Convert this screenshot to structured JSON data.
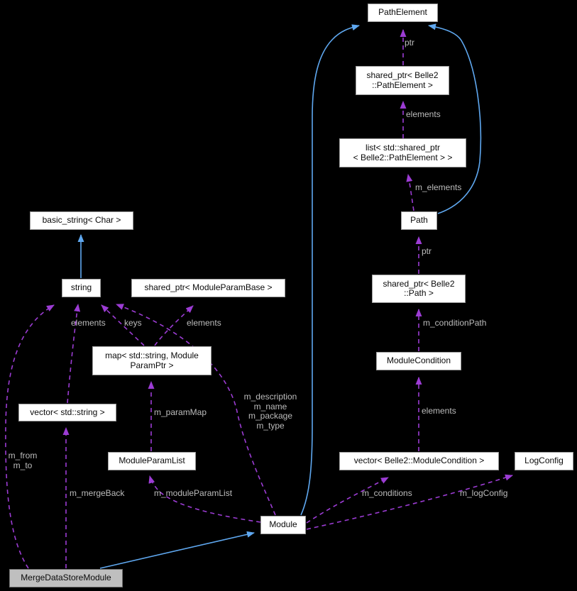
{
  "diagram": {
    "type": "collaboration-graph",
    "focus_class": "MergeDataStoreModule",
    "colors": {
      "background": "#000000",
      "inheritance_edge": "#5fa8f0",
      "usage_edge": "#9c3cd4",
      "edge_label_text": "#bcbcbc",
      "node_fill": "#ffffff",
      "node_border": "#9b9b9b",
      "node_text": "#0a0a0a",
      "focus_node_fill": "#bfbfbf",
      "focus_node_border": "#6f6f6f"
    },
    "nodes": [
      {
        "id": "path-element",
        "lines": [
          "PathElement"
        ]
      },
      {
        "id": "shared-ptr-path-element",
        "lines": [
          "shared_ptr< Belle2",
          "::PathElement >"
        ]
      },
      {
        "id": "list-shared-ptr-path-element",
        "lines": [
          "list< std::shared_ptr",
          "< Belle2::PathElement > >"
        ]
      },
      {
        "id": "path",
        "lines": [
          "Path"
        ]
      },
      {
        "id": "shared-ptr-path",
        "lines": [
          "shared_ptr< Belle2",
          "::Path >"
        ]
      },
      {
        "id": "module-condition",
        "lines": [
          "ModuleCondition"
        ]
      },
      {
        "id": "vector-module-condition",
        "lines": [
          "vector< Belle2::ModuleCondition >"
        ]
      },
      {
        "id": "log-config",
        "lines": [
          "LogConfig"
        ]
      },
      {
        "id": "basic-string-char",
        "lines": [
          "basic_string< Char >"
        ]
      },
      {
        "id": "string",
        "lines": [
          "string"
        ]
      },
      {
        "id": "shared-ptr-module-param-base",
        "lines": [
          "shared_ptr< ModuleParamBase >"
        ]
      },
      {
        "id": "map-string-module-param-ptr",
        "lines": [
          "map< std::string, Module",
          "ParamPtr >"
        ]
      },
      {
        "id": "vector-std-string",
        "lines": [
          "vector< std::string >"
        ]
      },
      {
        "id": "module-param-list",
        "lines": [
          "ModuleParamList"
        ]
      },
      {
        "id": "module",
        "lines": [
          "Module"
        ]
      },
      {
        "id": "merge-data-store-module",
        "lines": [
          "MergeDataStoreModule"
        ],
        "highlighted": true
      }
    ],
    "edge_labels": [
      {
        "id": "ptr-to-path-element",
        "lines": [
          "ptr"
        ]
      },
      {
        "id": "elements-to-shared-ptr-path-element",
        "lines": [
          "elements"
        ]
      },
      {
        "id": "m-elements",
        "lines": [
          "m_elements"
        ]
      },
      {
        "id": "ptr-to-path",
        "lines": [
          "ptr"
        ]
      },
      {
        "id": "m-condition-path",
        "lines": [
          "m_conditionPath"
        ]
      },
      {
        "id": "elements-to-module-condition",
        "lines": [
          "elements"
        ]
      },
      {
        "id": "m-conditions",
        "lines": [
          "m_conditions"
        ]
      },
      {
        "id": "m-log-config",
        "lines": [
          "m_logConfig"
        ]
      },
      {
        "id": "elements-to-string",
        "lines": [
          "elements"
        ]
      },
      {
        "id": "keys",
        "lines": [
          "keys"
        ]
      },
      {
        "id": "elements-to-shared-ptr-module-param-base",
        "lines": [
          "elements"
        ]
      },
      {
        "id": "m-param-map",
        "lines": [
          "m_paramMap"
        ]
      },
      {
        "id": "module-string-members",
        "lines": [
          "m_description",
          "m_name",
          "m_package",
          "m_type"
        ]
      },
      {
        "id": "m-from-m-to",
        "lines": [
          "m_from",
          "m_to"
        ]
      },
      {
        "id": "m-merge-back",
        "lines": [
          "m_mergeBack"
        ]
      },
      {
        "id": "m-module-param-list",
        "lines": [
          "m_moduleParamList"
        ]
      }
    ]
  }
}
